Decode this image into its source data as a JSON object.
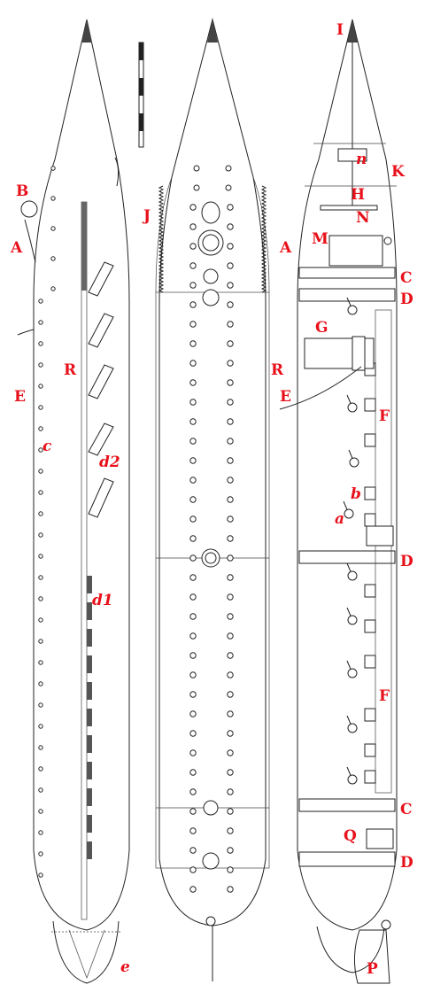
{
  "diagram": {
    "labels": {
      "A_left": "A",
      "B": "B",
      "R_left": "R",
      "E_left": "E",
      "c": "c",
      "d2": "d2",
      "d1": "d1",
      "e": "e",
      "J": "J",
      "R_mid": "R",
      "E_mid": "E",
      "I": "I",
      "n": "n",
      "K": "K",
      "H": "H",
      "N": "N",
      "M": "M",
      "A_right": "A",
      "C_top": "C",
      "D_top": "D",
      "G": "G",
      "F_top": "F",
      "b": "b",
      "a": "a",
      "D_mid": "D",
      "F_bottom": "F",
      "C_bottom": "C",
      "Q": "Q",
      "D_bottom": "D",
      "P": "P"
    },
    "colors": {
      "label": "#e8101a",
      "line": "#222222",
      "background": "#ffffff"
    },
    "views": [
      "side-elevation-left",
      "plan-view-center",
      "longitudinal-section-right"
    ]
  }
}
